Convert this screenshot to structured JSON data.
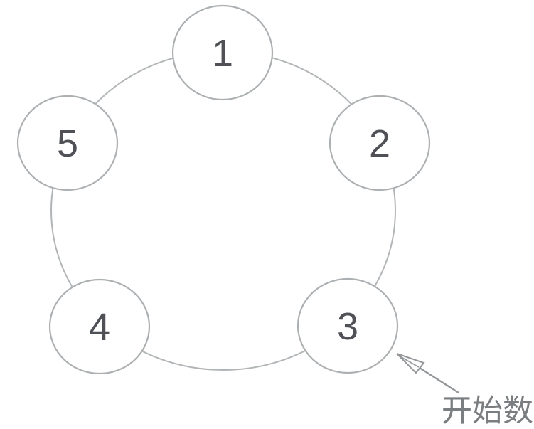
{
  "diagram": {
    "type": "circular-counting-diagram",
    "nodes": [
      {
        "label": "1"
      },
      {
        "label": "2"
      },
      {
        "label": "3"
      },
      {
        "label": "4"
      },
      {
        "label": "5"
      }
    ],
    "annotation": {
      "text": "开始数",
      "target_node": "3"
    },
    "colors": {
      "background": "#ffffff",
      "outline": "#b2b5b7",
      "node_fill": "#ffffff",
      "number_text": "#4f5156",
      "annotation_text": "#7b7e80",
      "arrow": "#94979a"
    }
  }
}
